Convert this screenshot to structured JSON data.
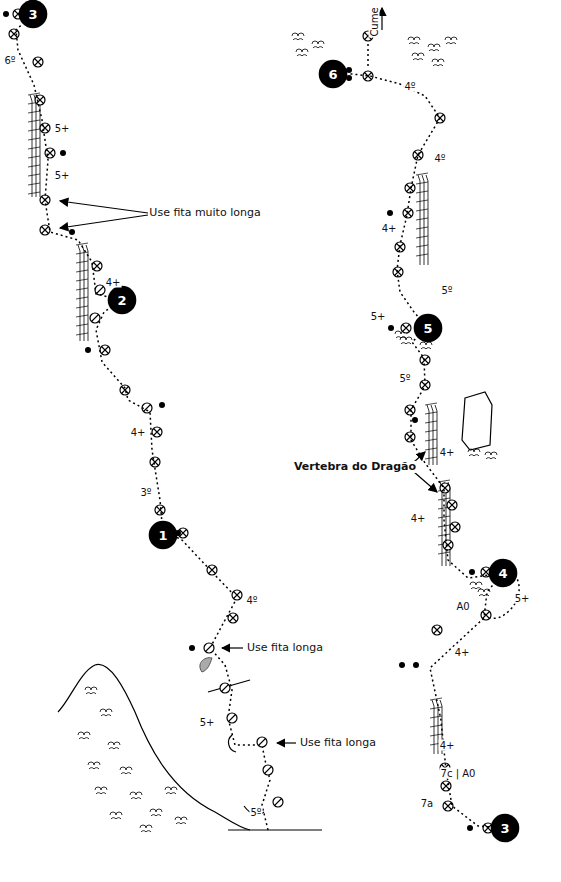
{
  "diagram": {
    "nodes": [
      {
        "text": [
          "1"
        ]
      },
      {
        "text": [
          "2"
        ]
      },
      {
        "text": [
          "3"
        ]
      },
      {
        "text": [
          "3"
        ]
      },
      {
        "text": [
          "4"
        ]
      },
      {
        "text": [
          "5"
        ]
      },
      {
        "text": [
          "6"
        ]
      }
    ],
    "edges": [
      {
        "from": 0,
        "to": 1,
        "arrow": "none"
      },
      {
        "from": 1,
        "to": 2,
        "arrow": "none"
      },
      {
        "from": 3,
        "to": 4,
        "arrow": "none"
      },
      {
        "from": 4,
        "to": 5,
        "arrow": "none"
      },
      {
        "from": 5,
        "to": 6,
        "arrow": "none"
      }
    ],
    "labels": [
      "6º",
      "5+",
      "5+",
      "Use fita muito longa",
      "4+",
      "4+",
      "3º",
      "4º",
      "Use fita longa",
      "5+",
      "Use fita longa",
      "5º",
      "Cume",
      "4º",
      "4º",
      "4+",
      "5º",
      "5+",
      "5º",
      "4+",
      "Vertebra do Dragão",
      "4+",
      "5+",
      "A0",
      "4+",
      "4+",
      "7c | A0",
      "7a"
    ]
  }
}
